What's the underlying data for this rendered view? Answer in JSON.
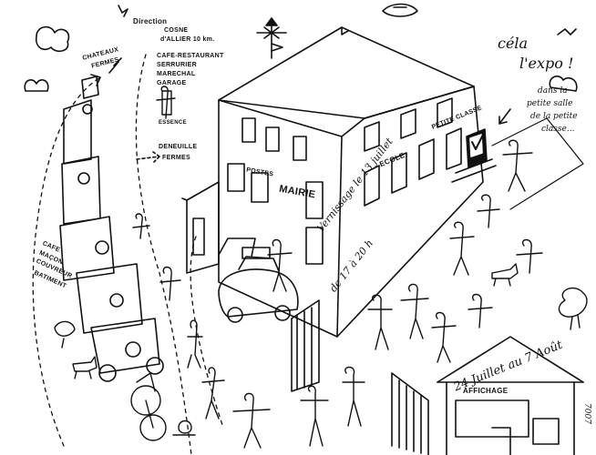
{
  "labels": {
    "direction_1": "Direction",
    "direction_2": "COSNE",
    "direction_3": "d'ALLIER 10 km.",
    "chateaux_1": "CHATEAUX",
    "chateaux_2": "FERMES",
    "cafe_1": "CAFE-RESTAURANT",
    "cafe_2": "SERRURIER",
    "cafe_3": "MARECHAL",
    "cafe_4": "GARAGE",
    "essence": "ESSENCE",
    "deneuille_1": "DENEUILLE",
    "deneuille_2": "FERMES",
    "postes": "POSTES",
    "mairie": "MAIRIE",
    "ecole": "ECOLE",
    "petite_classe": "PETITE CLASSE",
    "cela_1": "céla",
    "cela_2": "l'expo !",
    "dans_1": "dans la",
    "dans_2": "petite salle",
    "dans_3": "de la petite",
    "dans_4": "classe...",
    "vernissage_1": "Vernissage le 13 juillet",
    "vernissage_2": "de 17 à 20 h",
    "cafe_macon_1": "CAFE",
    "cafe_macon_2": "MAÇON",
    "cafe_macon_3": "COUVREUR",
    "cafe_macon_4": "BATIMENT",
    "dates": "24 Juillet au 7 Août",
    "affichage": "AFFICHAGE",
    "signature": "7007"
  }
}
